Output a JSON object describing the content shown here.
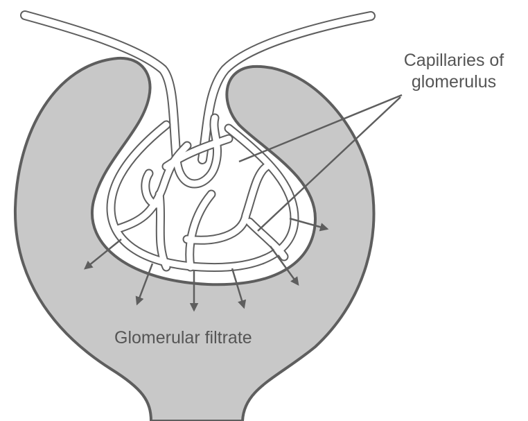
{
  "labels": {
    "capillaries_line1": "Capillaries of",
    "capillaries_line2": "glomerulus",
    "filtrate": "Glomerular filtrate"
  },
  "colors": {
    "capsule_fill": "#c8c8c8",
    "stroke": "#5e5e5e",
    "text": "#555555",
    "background": "#ffffff"
  }
}
